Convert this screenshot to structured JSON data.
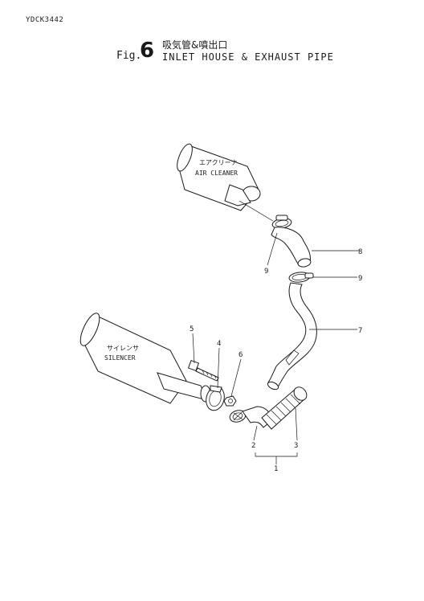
{
  "header": {
    "doc_code": "YDCK3442",
    "fig_prefix": "Fig.",
    "fig_number": "6",
    "title_jp": "吸気管&噴出口",
    "title_en": "INLET HOUSE & EXHAUST PIPE"
  },
  "components": {
    "air_cleaner_jp": "エアクリーナ",
    "air_cleaner_en": "AIR CLEANER",
    "silencer_jp": "サイレンサ",
    "silencer_en": "SILENCER"
  },
  "callouts": [
    "1",
    "2",
    "3",
    "4",
    "5",
    "6",
    "7",
    "8",
    "9",
    "9"
  ]
}
